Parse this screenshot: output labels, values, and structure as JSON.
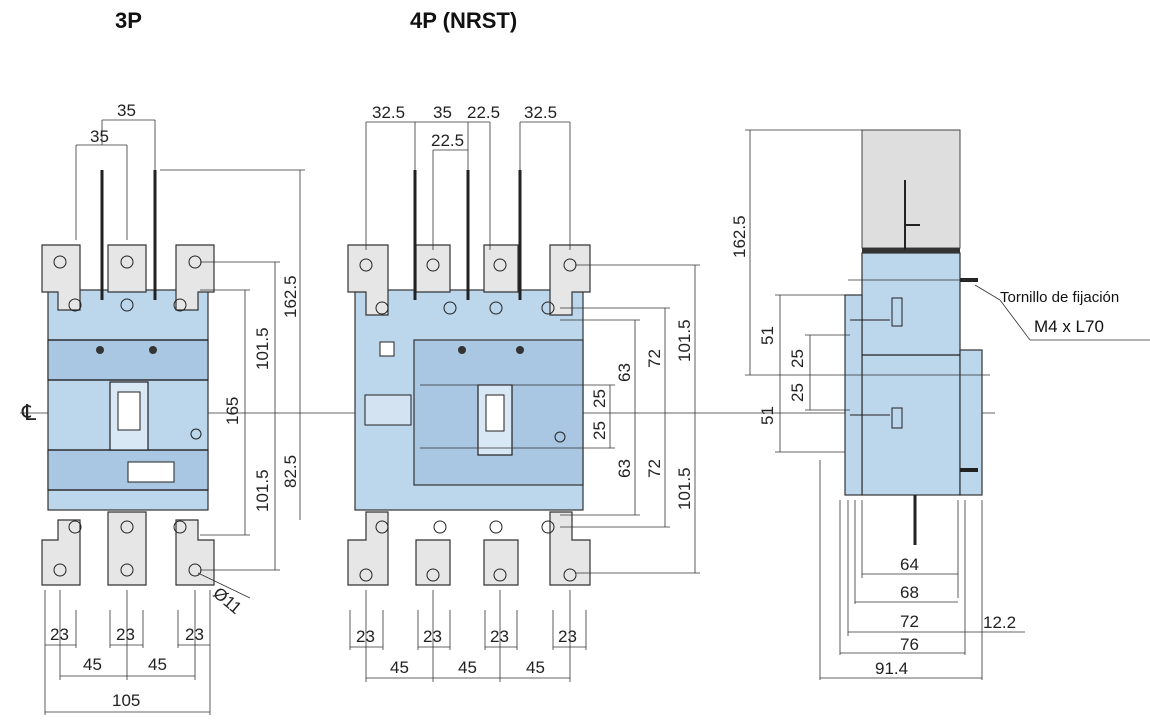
{
  "titles": {
    "p3": "3P",
    "p4": "4P (NRST)"
  },
  "centerline_symbol": "℄",
  "view3p": {
    "top_dims": [
      "35",
      "35"
    ],
    "right_dims": [
      "162.5",
      "101.5",
      "165",
      "101.5",
      "82.5"
    ],
    "hole_dia": "Ø11",
    "bottom_dims": [
      "23",
      "23",
      "23",
      "45",
      "45",
      "105"
    ]
  },
  "view4p": {
    "top_dims": [
      "32.5",
      "35",
      "22.5",
      "32.5",
      "22.5"
    ],
    "right_dims": [
      "63",
      "72",
      "101.5",
      "25",
      "25",
      "63",
      "72",
      "101.5"
    ],
    "bottom_dims": [
      "23",
      "23",
      "23",
      "23",
      "45",
      "45",
      "45"
    ]
  },
  "side": {
    "left_dims": [
      "162.5",
      "51",
      "25",
      "25",
      "51"
    ],
    "screw_label": "Tornillo de fijación",
    "screw_spec": "M4 x L70",
    "bottom_dims": [
      "64",
      "68",
      "72",
      "76",
      "91.4"
    ],
    "right_dim": "12.2"
  }
}
